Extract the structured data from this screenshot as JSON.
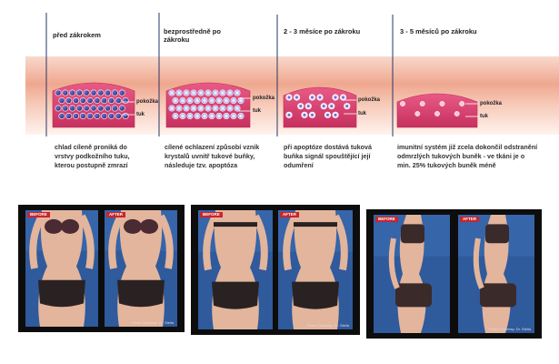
{
  "stages": [
    {
      "title": "před zákrokem",
      "caption": [
        "chlad cíleně proniká do",
        "vrstvy podkožního tuku,",
        "kterou postupně zmrazí"
      ],
      "layer_labels": [
        "pokožka",
        "tuk"
      ]
    },
    {
      "title": [
        "bezprostředně po",
        "zákroku"
      ],
      "caption": [
        "cílené ochlazení způsobí vznik",
        "krystalů uvnitř tukové buňky,",
        "následuje tzv. apoptóza"
      ],
      "layer_labels": [
        "pokožka",
        "tuk"
      ]
    },
    {
      "title": "2 - 3 měsíce po zákroku",
      "caption": [
        "při apoptóze dostává tuková",
        "buňka signál spouštějící její",
        "odumření"
      ],
      "layer_labels": [
        "pokožka",
        "tuk"
      ]
    },
    {
      "title": "3 - 5 měsíců po zákroku",
      "caption": [
        "imunitní systém již zcela dokončil odstranění",
        "odmrzlých tukových buněk - ve tkáni je o",
        "min. 25% tukových buněk méně"
      ],
      "layer_labels": [
        "pokožka",
        "tuk"
      ]
    }
  ],
  "photos": {
    "before_tag": "BEFORE",
    "after_tag": "AFTER",
    "credit": "Photo Courtesy: Dr. Stella"
  },
  "colors": {
    "skin_band": "#f2b8a8",
    "tissue_pink": "#e04a78",
    "cell_blue": "#3c3f99",
    "photo_bg": "#0d0d0d",
    "photo_backdrop": "#2f5a9c",
    "tag_red": "#c9252c"
  }
}
